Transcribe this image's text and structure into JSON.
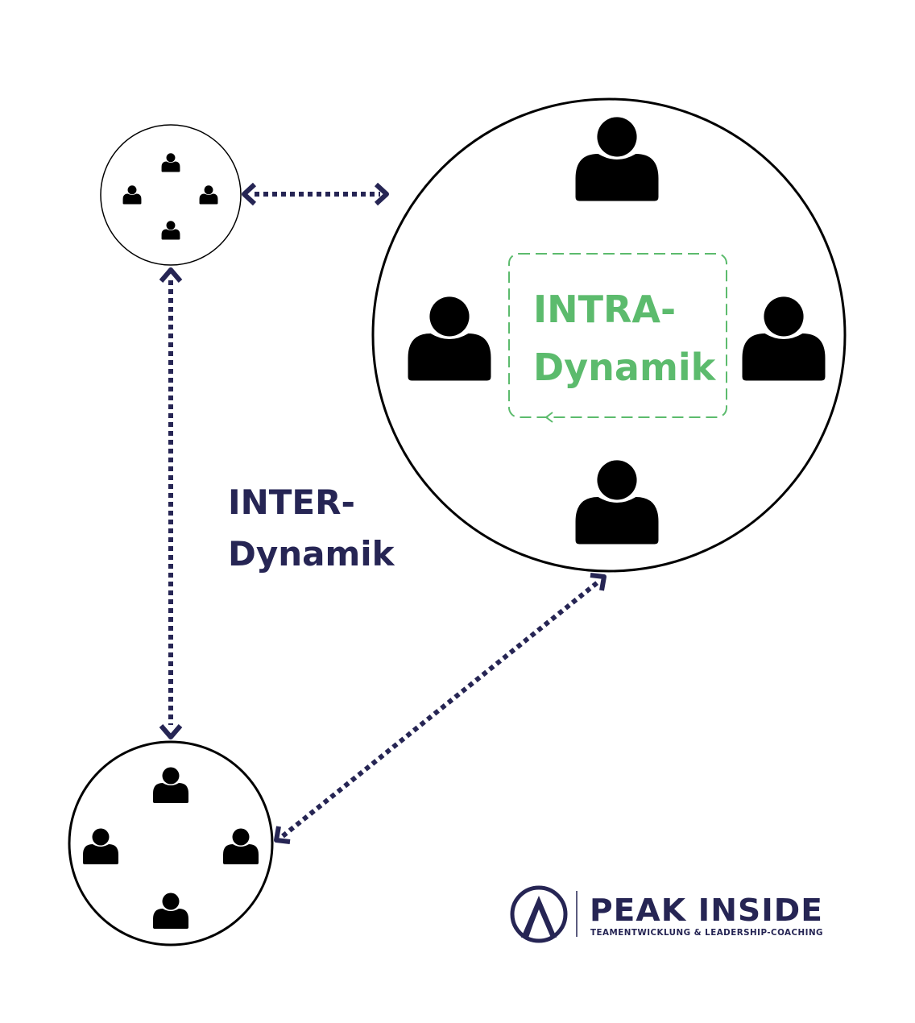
{
  "intra_label": {
    "line1": "INTRA-",
    "line2": "Dynamik"
  },
  "inter_label": {
    "line1": "INTER-",
    "line2": "Dynamik"
  },
  "logo": {
    "name": "PEAK INSIDE",
    "tagline": "TEAMENTWICKLUNG & LEADERSHIP-COACHING"
  },
  "colors": {
    "navy": "#262554",
    "green": "#5cbb6d",
    "black": "#000000"
  },
  "groups": [
    {
      "name": "small-group",
      "members": 4
    },
    {
      "name": "large-group",
      "members": 4
    },
    {
      "name": "medium-group",
      "members": 4
    }
  ]
}
